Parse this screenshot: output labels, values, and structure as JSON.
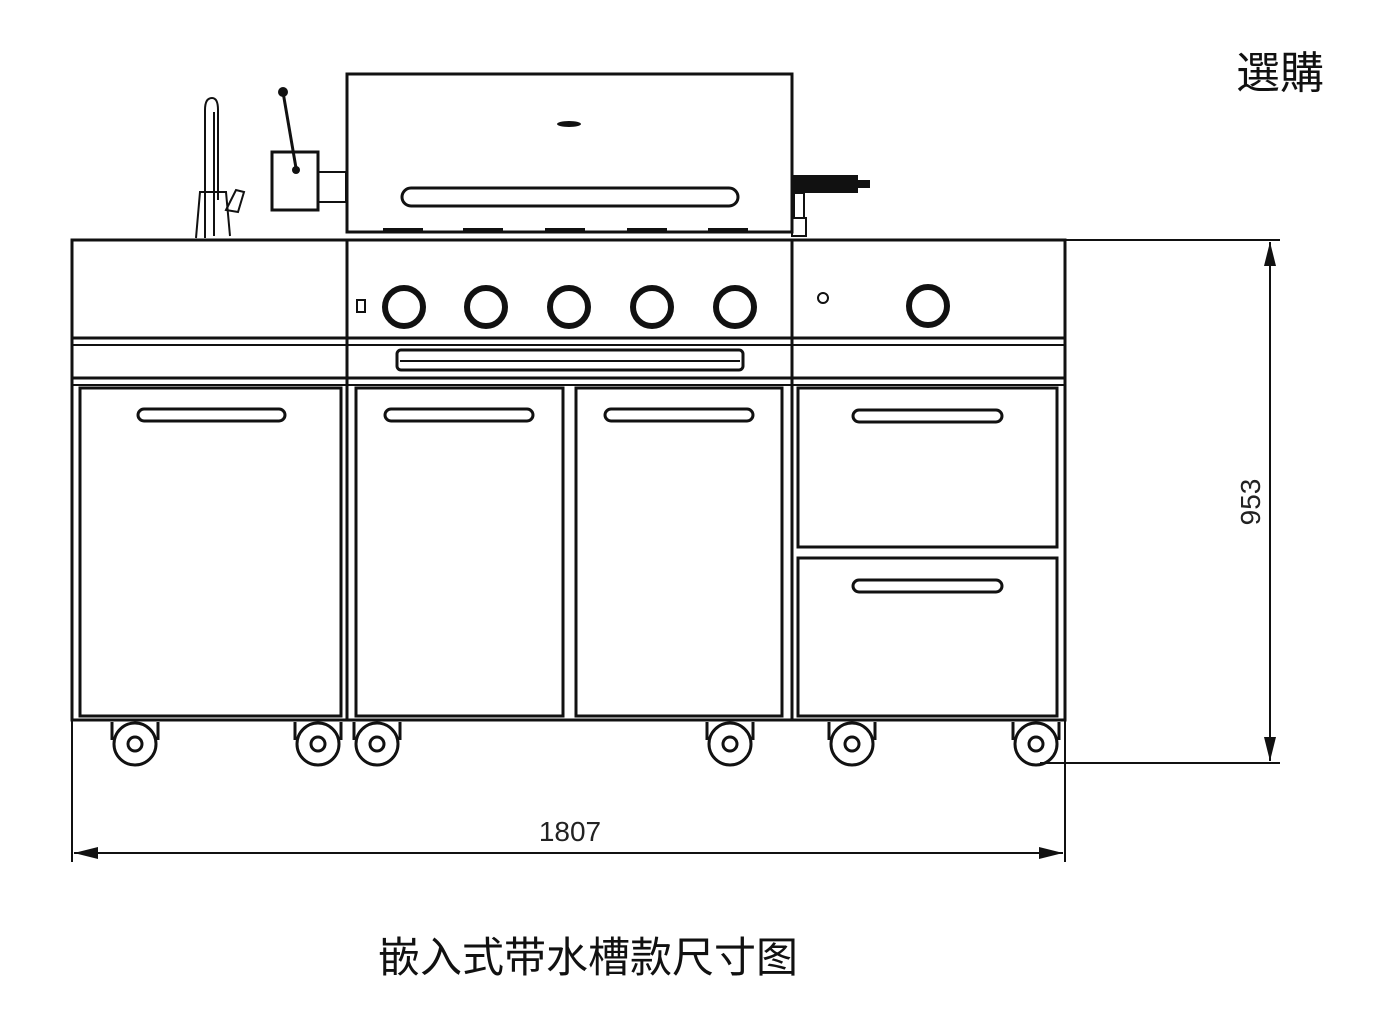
{
  "corner_label": "選購",
  "dimensions": {
    "height": "953",
    "width": "1807"
  },
  "caption": "嵌入式带水槽款尺寸图"
}
